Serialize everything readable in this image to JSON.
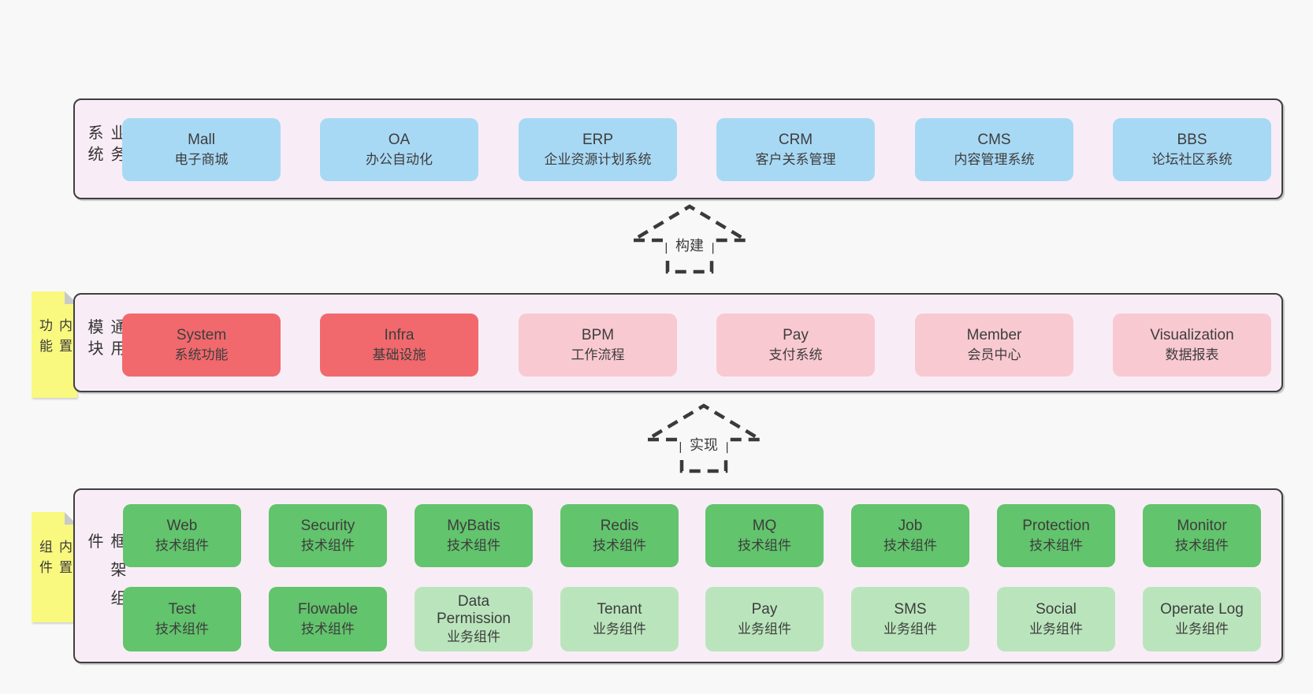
{
  "sections": {
    "business": {
      "label": "业务系统",
      "boxes": [
        {
          "en": "Mall",
          "zh": "电子商城"
        },
        {
          "en": "OA",
          "zh": "办公自动化"
        },
        {
          "en": "ERP",
          "zh": "企业资源计划系统"
        },
        {
          "en": "CRM",
          "zh": "客户关系管理"
        },
        {
          "en": "CMS",
          "zh": "内容管理系统"
        },
        {
          "en": "BBS",
          "zh": "论坛社区系统"
        }
      ]
    },
    "modules": {
      "label": "通用模块",
      "sticky": "内置功能",
      "boxes": [
        {
          "en": "System",
          "zh": "系统功能"
        },
        {
          "en": "Infra",
          "zh": "基础设施"
        },
        {
          "en": "BPM",
          "zh": "工作流程"
        },
        {
          "en": "Pay",
          "zh": "支付系统"
        },
        {
          "en": "Member",
          "zh": "会员中心"
        },
        {
          "en": "Visualization",
          "zh": "数据报表"
        }
      ]
    },
    "components": {
      "label": "框架组件",
      "sticky": "内置组件",
      "row1": [
        {
          "en": "Web",
          "zh": "技术组件"
        },
        {
          "en": "Security",
          "zh": "技术组件"
        },
        {
          "en": "MyBatis",
          "zh": "技术组件"
        },
        {
          "en": "Redis",
          "zh": "技术组件"
        },
        {
          "en": "MQ",
          "zh": "技术组件"
        },
        {
          "en": "Job",
          "zh": "技术组件"
        },
        {
          "en": "Protection",
          "zh": "技术组件"
        },
        {
          "en": "Monitor",
          "zh": "技术组件"
        }
      ],
      "row2": [
        {
          "en": "Test",
          "zh": "技术组件"
        },
        {
          "en": "Flowable",
          "zh": "技术组件"
        },
        {
          "en": "Data Permission",
          "zh": "业务组件"
        },
        {
          "en": "Tenant",
          "zh": "业务组件"
        },
        {
          "en": "Pay",
          "zh": "业务组件"
        },
        {
          "en": "SMS",
          "zh": "业务组件"
        },
        {
          "en": "Social",
          "zh": "业务组件"
        },
        {
          "en": "Operate Log",
          "zh": "业务组件"
        }
      ]
    }
  },
  "arrows": {
    "build": "构建",
    "implement": "实现"
  },
  "colors": {
    "page_bg": "#f8f8f8",
    "panel_fill": "#f8edf6",
    "panel_border": "#3f3f3f",
    "box_blue": "#a8d9f4",
    "box_red": "#f1696d",
    "box_pink": "#f9c9d1",
    "box_green": "#62c46c",
    "box_light_green": "#bae5bc",
    "sticky_yellow": "#f9f87f",
    "sticky_fold": "#c9c9c9",
    "text": "#3d3d3d",
    "arrow": "#3a3a3a"
  }
}
